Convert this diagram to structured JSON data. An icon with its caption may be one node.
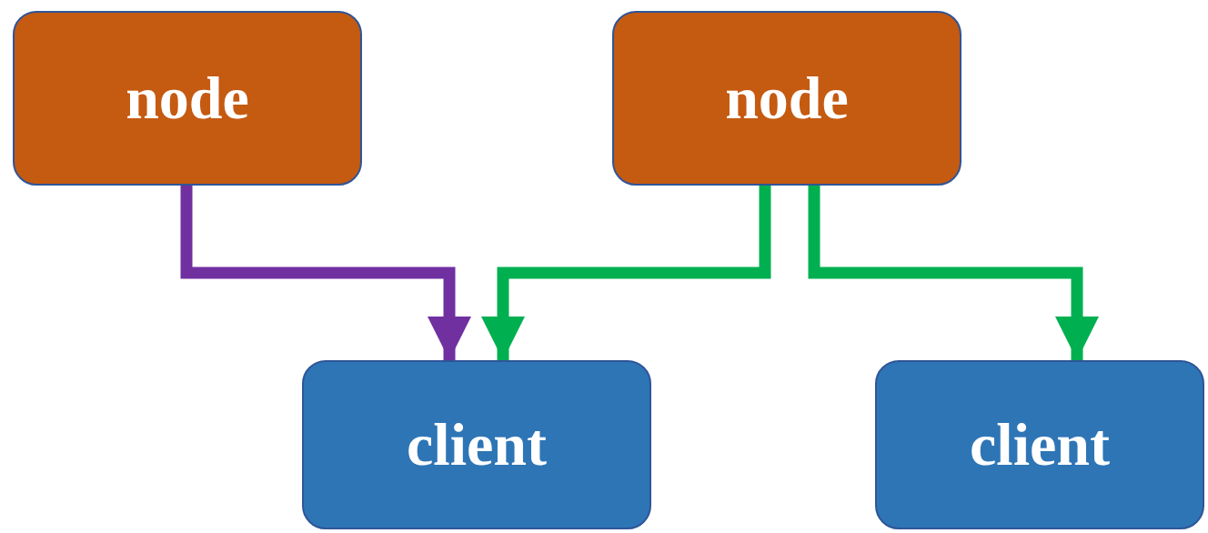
{
  "diagram": {
    "nodes": [
      {
        "text": [
          "node"
        ]
      },
      {
        "text": [
          "node"
        ]
      },
      {
        "text": [
          "client"
        ]
      },
      {
        "text": [
          "client"
        ]
      }
    ],
    "edges": [
      {
        "from": 0,
        "to": 2,
        "arrow": "to",
        "color": "#7030a0"
      },
      {
        "from": 1,
        "to": 2,
        "arrow": "to",
        "color": "#00b050"
      },
      {
        "from": 1,
        "to": 3,
        "arrow": "to",
        "color": "#00b050"
      }
    ]
  }
}
